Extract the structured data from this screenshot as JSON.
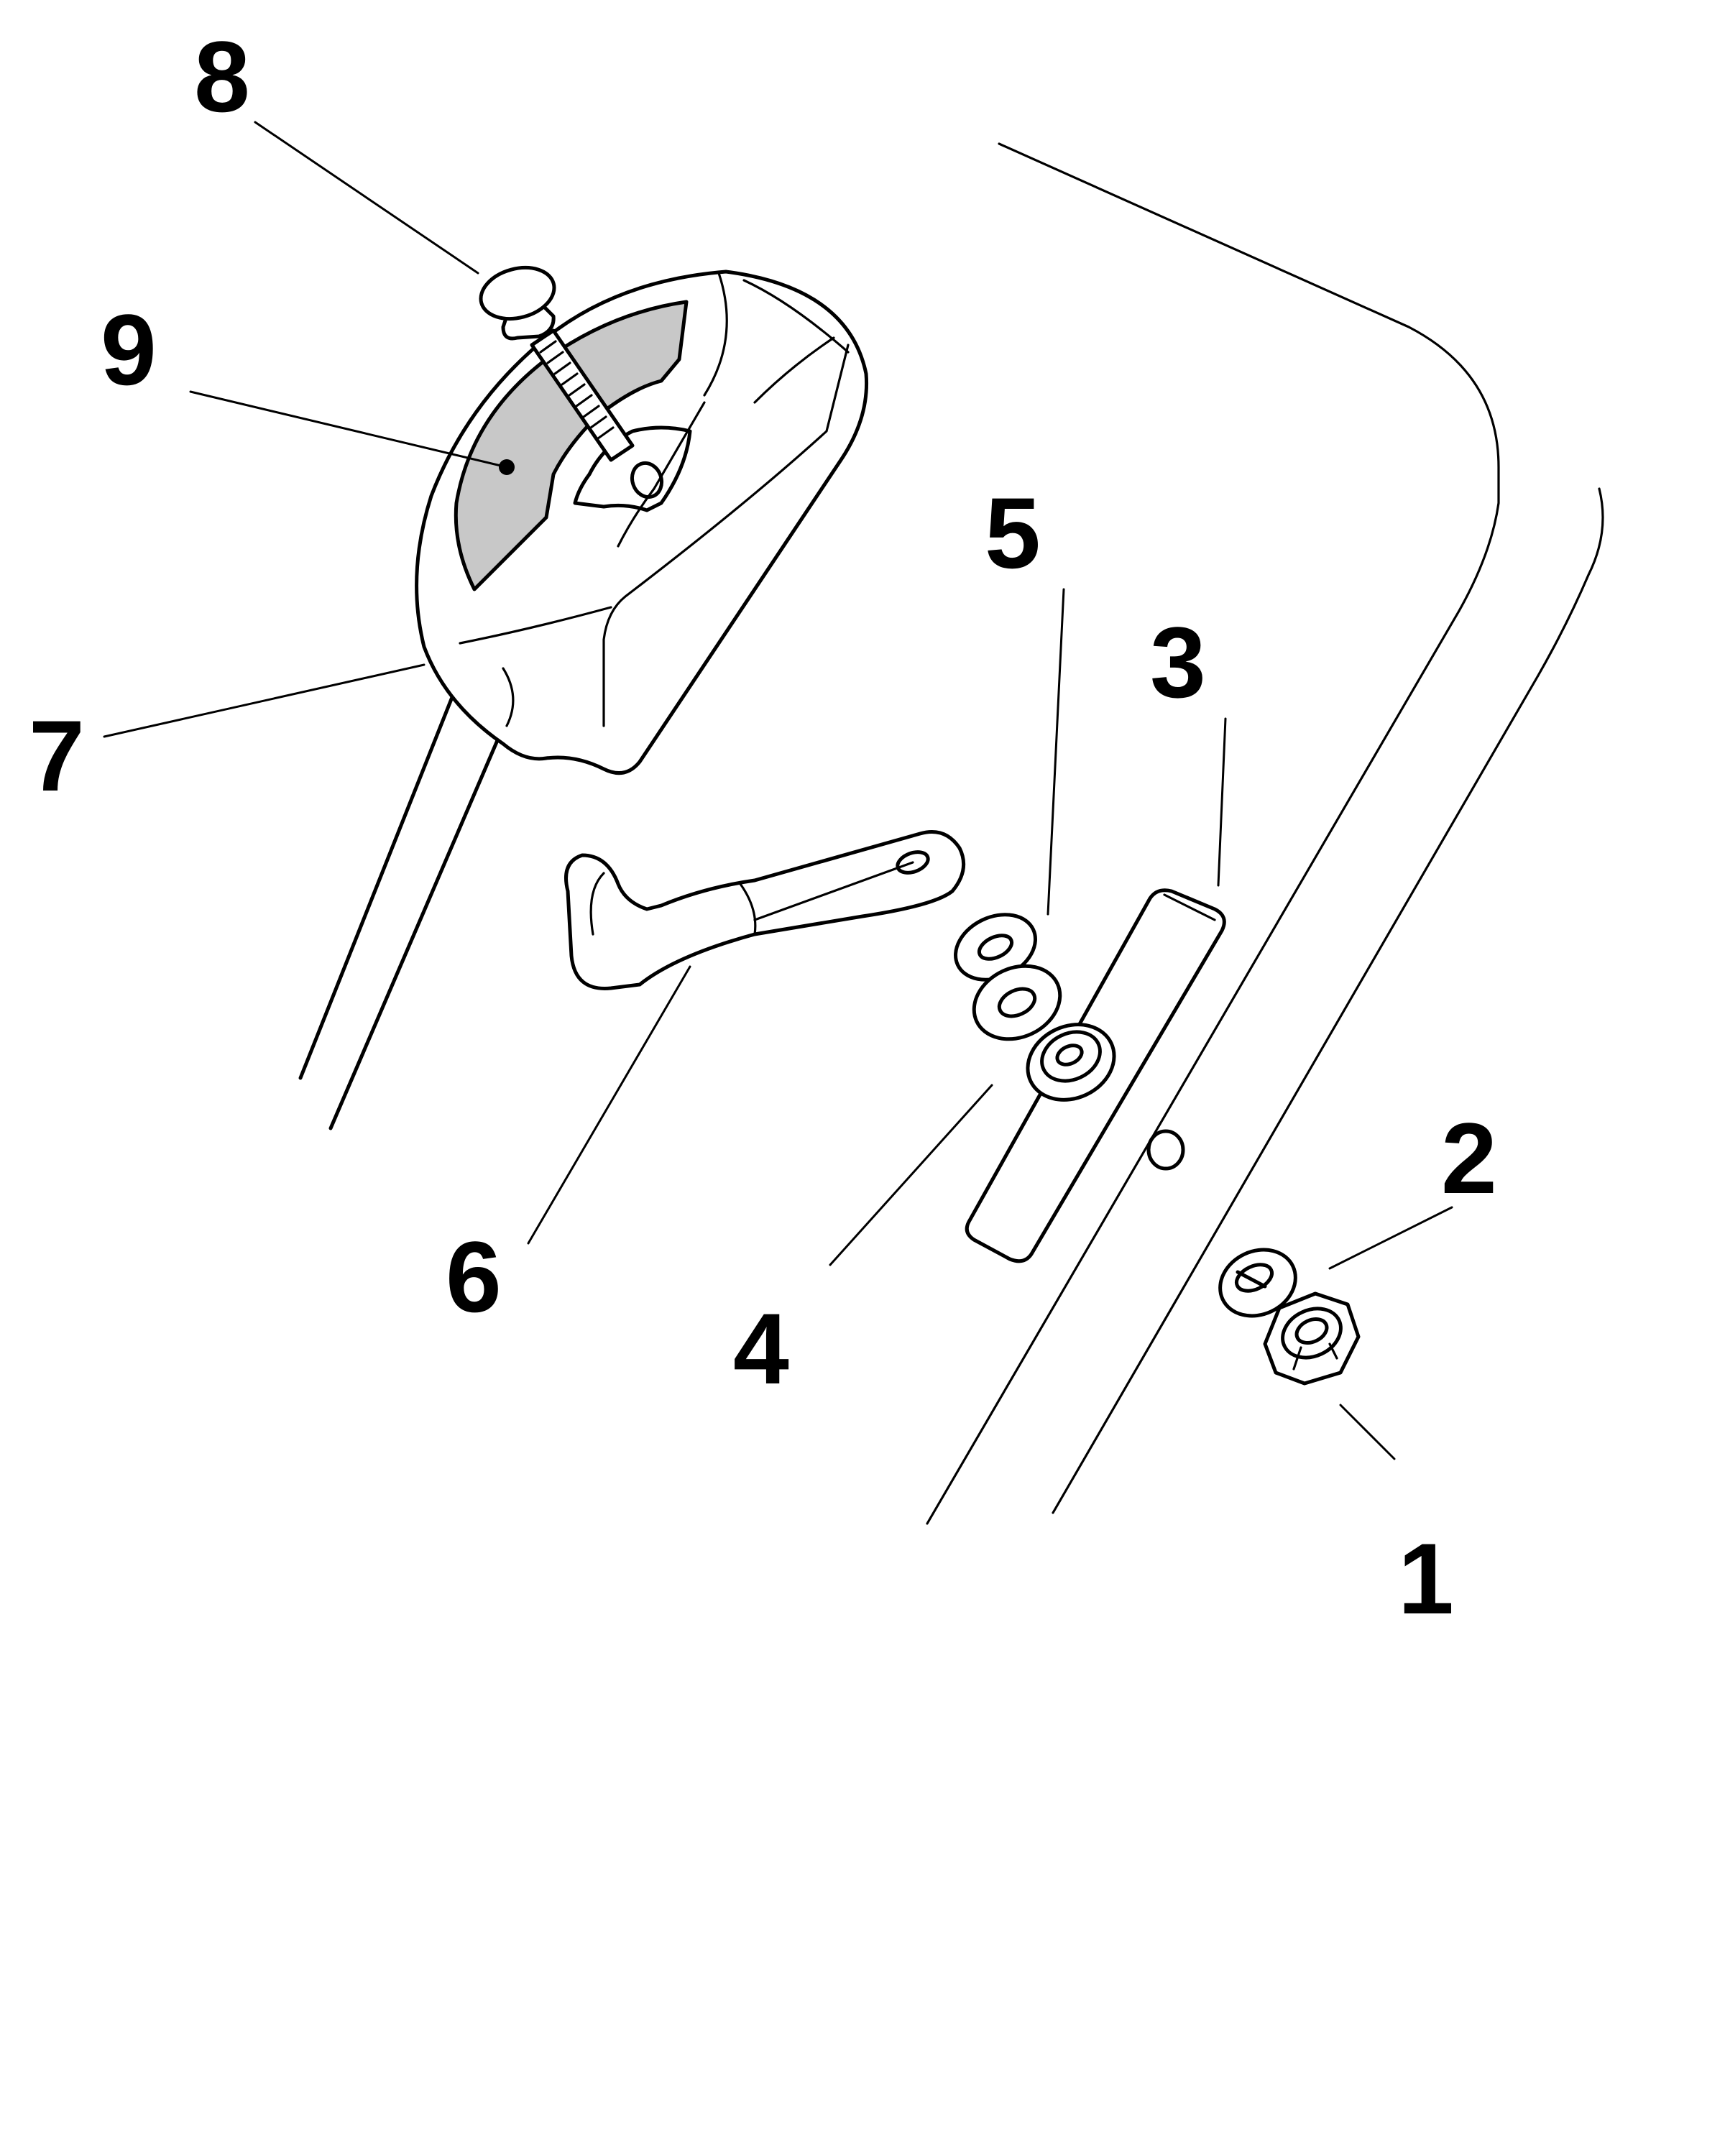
{
  "colors": {
    "ink": "#000000",
    "background": "#ffffff",
    "decal_fill": "#c8c8c8"
  },
  "callouts": [
    {
      "id": "1",
      "label": "1"
    },
    {
      "id": "2",
      "label": "2"
    },
    {
      "id": "3",
      "label": "3"
    },
    {
      "id": "4",
      "label": "4"
    },
    {
      "id": "5",
      "label": "5"
    },
    {
      "id": "6",
      "label": "6"
    },
    {
      "id": "7",
      "label": "7"
    },
    {
      "id": "8",
      "label": "8"
    },
    {
      "id": "9",
      "label": "9"
    }
  ]
}
